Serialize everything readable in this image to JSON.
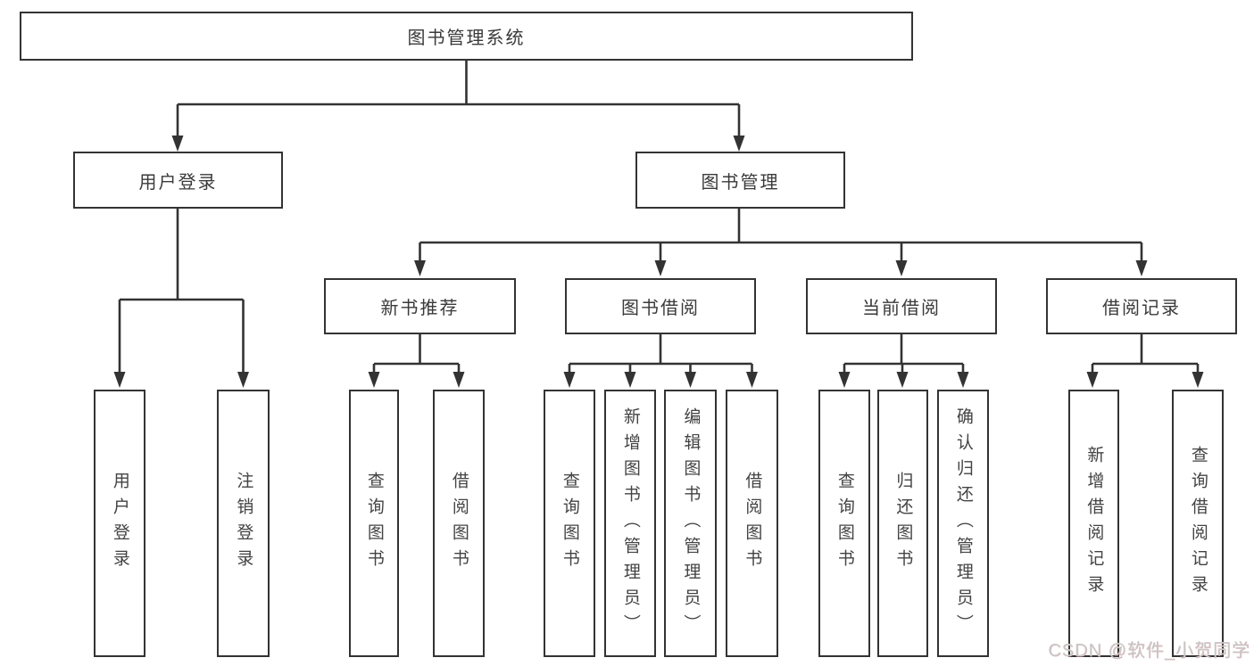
{
  "tree": {
    "root": {
      "label": "图书管理系统",
      "children": [
        {
          "label": "用户登录",
          "children": [
            {
              "label": "用户登录"
            },
            {
              "label": "注销登录"
            }
          ]
        },
        {
          "label": "图书管理",
          "children": [
            {
              "label": "新书推荐",
              "children": [
                {
                  "label": "查询图书"
                },
                {
                  "label": "借阅图书"
                }
              ]
            },
            {
              "label": "图书借阅",
              "children": [
                {
                  "label": "查询图书"
                },
                {
                  "label": "新增图书（管理员）"
                },
                {
                  "label": "编辑图书（管理员）"
                },
                {
                  "label": "借阅图书"
                }
              ]
            },
            {
              "label": "当前借阅",
              "children": [
                {
                  "label": "查询图书"
                },
                {
                  "label": "归还图书"
                },
                {
                  "label": "确认归还（管理员）"
                }
              ]
            },
            {
              "label": "借阅记录",
              "children": [
                {
                  "label": "新增借阅记录"
                },
                {
                  "label": "查询借阅记录"
                }
              ]
            }
          ]
        }
      ]
    }
  },
  "watermark": {
    "text": "CSDN @软件_小贺同学"
  },
  "colors": {
    "line": "#333333",
    "text": "#3a3a3a",
    "watermark": "#c9c6c6",
    "background": "#ffffff"
  }
}
